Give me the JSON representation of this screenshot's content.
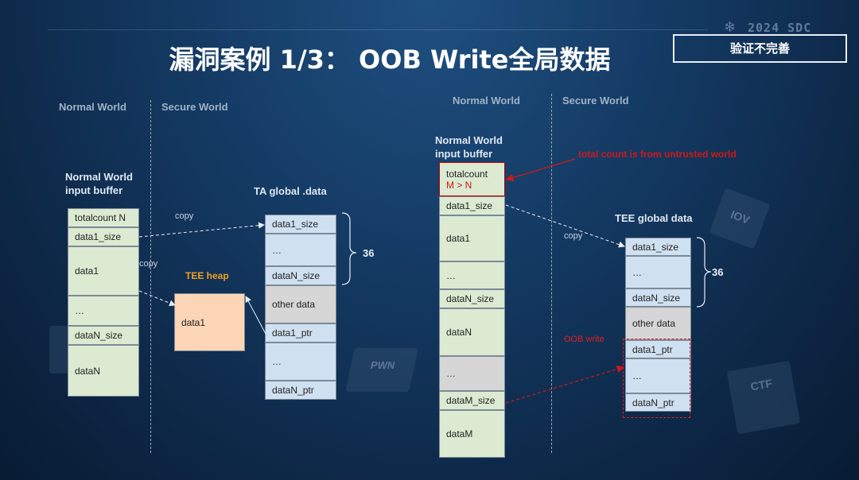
{
  "header": {
    "title": "漏洞案例 1/3： OOB Write全局数据",
    "badge": "验证不完善",
    "brand": "2024 SDC"
  },
  "left": {
    "normal_world": "Normal World",
    "secure_world": "Secure World",
    "input_title_1": "Normal World",
    "input_title_2": "input buffer",
    "input_rows": [
      "totalcount N",
      "data1_size",
      "data1",
      "…",
      "dataN_size",
      "dataN"
    ],
    "global_title": "TA global .data",
    "global_rows": [
      "data1_size",
      "…",
      "dataN_size",
      "other data",
      "data1_ptr",
      "…",
      "dataN_ptr"
    ],
    "heap_title": "TEE heap",
    "heap_box": "data1",
    "copy1": "copy",
    "copy2": "copy",
    "brace": "36"
  },
  "right": {
    "normal_world": "Normal World",
    "secure_world": "Secure World",
    "input_title_1": "Normal World",
    "input_title_2": "input buffer",
    "input_rows": [
      "totalcount",
      "M > N",
      "data1_size",
      "data1",
      "…",
      "dataN_size",
      "dataN",
      "…",
      "dataM_size",
      "dataM"
    ],
    "global_title": "TEE global data",
    "global_rows": [
      "data1_size",
      "…",
      "dataN_size",
      "other data",
      "data1_ptr",
      "…",
      "dataN_ptr"
    ],
    "copy": "copy",
    "brace": "36",
    "annotation": "total count is from untrusted world",
    "oob": "OOB write"
  },
  "decor": {
    "cube1": "IOV",
    "cube2": "PWN",
    "cube3": "CTF"
  },
  "colors": {
    "red": "#d01818",
    "orange": "#f0a020",
    "green_box": "#dcead2",
    "blue_box": "#cfe0f1",
    "gray_box": "#d6d6d6",
    "heap_box": "#fbd5b5"
  }
}
